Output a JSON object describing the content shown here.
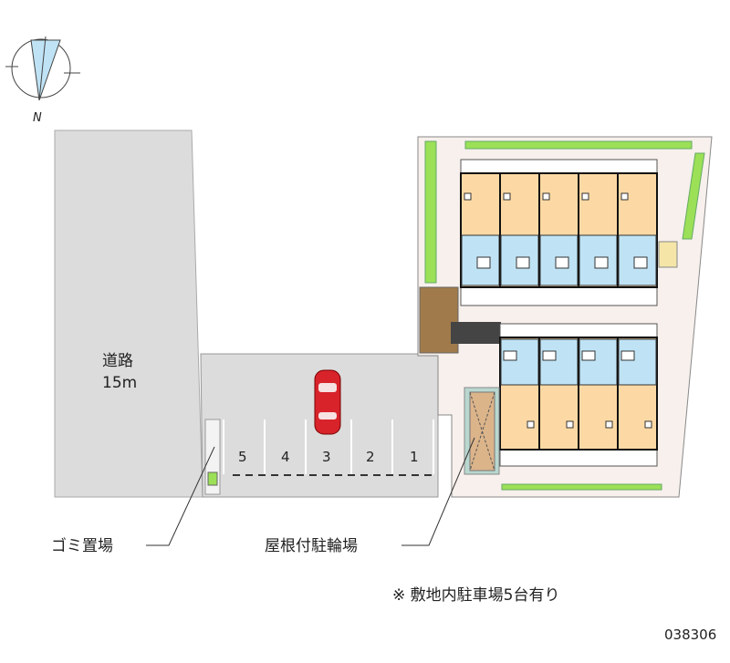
{
  "road": {
    "name": "道路",
    "width": "15m"
  },
  "compass": {
    "north_label": "N"
  },
  "parking": {
    "stalls": [
      "5",
      "4",
      "3",
      "2",
      "1"
    ]
  },
  "labels": {
    "garbage": "ゴミ置場",
    "bike": "屋根付駐輪場",
    "note": "※ 敷地内駐車場5台有り",
    "code": "038306"
  },
  "colors": {
    "road": "#dcdcdc",
    "room": "#fcd9a4",
    "wet_area": "#bfe3f5",
    "green": "#9be056",
    "site": "#f7f0ec",
    "car": "#d8232a"
  }
}
